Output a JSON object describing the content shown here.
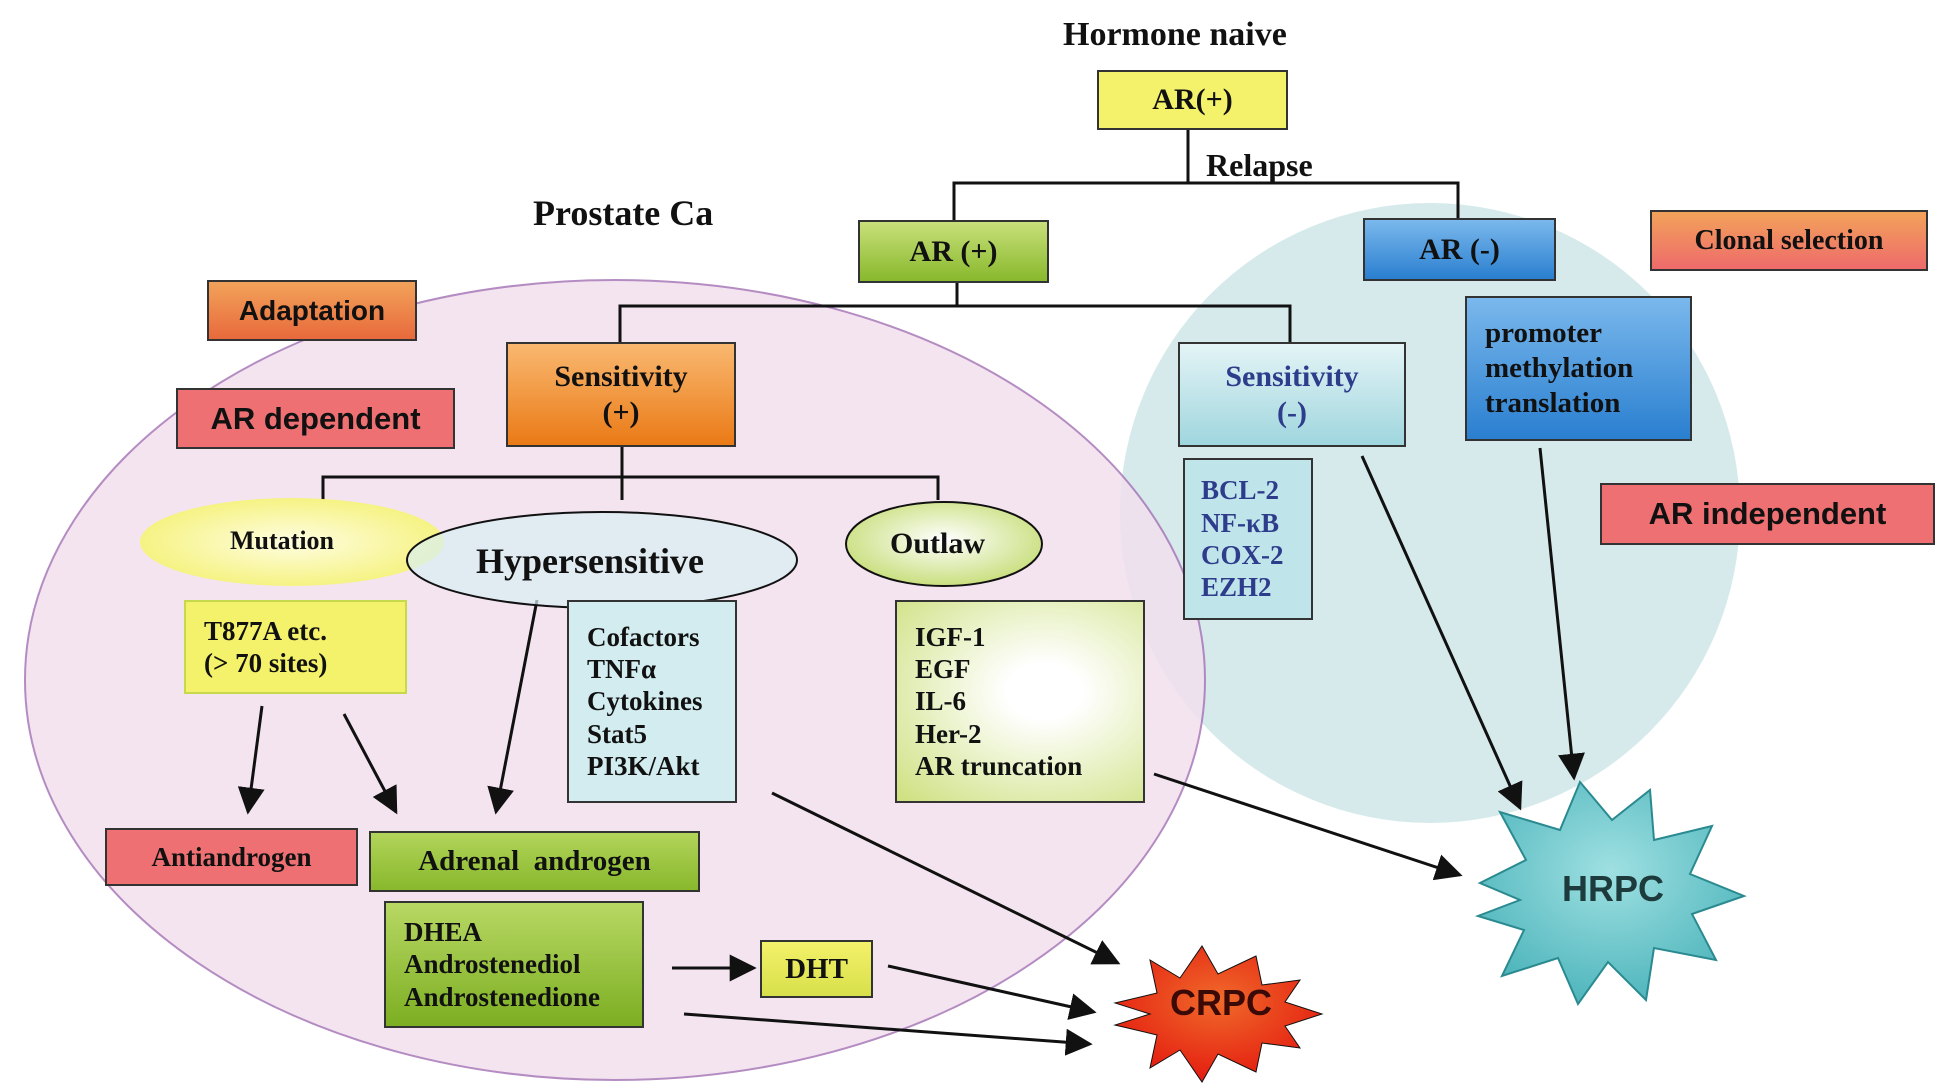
{
  "colors": {
    "prostate_region": "#f1e0ee",
    "prostate_border": "#a878b8",
    "ar_independent_region": "#cfe6e8",
    "yellow_box": "#f4f16a",
    "green_box": "#9cc83c",
    "orange_box": "#f08a2a",
    "blue_box": "#3d8fd6",
    "light_blue_box": "#bfe4ea",
    "red_label": "#ee6b6b",
    "crpc_burst": "#e8341c",
    "hrpc_burst": "#5cbfc4",
    "arrow": "#111111"
  },
  "labels": {
    "hormone_naive": "Hormone naive",
    "relapse": "Relapse",
    "prostate_ca": "Prostate Ca"
  },
  "boxes": {
    "ar_naive": "AR(+)",
    "ar_pos": "AR (+)",
    "ar_neg": "AR (-)",
    "sensitivity_pos": [
      "Sensitivity",
      "(+)"
    ],
    "sensitivity_neg": [
      "Sensitivity",
      "(-)"
    ],
    "bcl_list": [
      "BCL-2",
      "NF-κB",
      "COX-2",
      "EZH2"
    ],
    "promoter_list": [
      "promoter",
      "methylation",
      "translation"
    ],
    "t877_list": [
      "T877A etc.",
      "(> 70 sites)"
    ],
    "cofactors_list": [
      "Cofactors",
      "TNFα",
      "Cytokines",
      "Stat5",
      "PI3K/Akt"
    ],
    "igf_list": [
      "IGF-1",
      "EGF",
      "IL-6",
      "Her-2",
      "AR truncation"
    ],
    "antiandrogen": "Antiandrogen",
    "adrenal_androgen": "Adrenal  androgen",
    "dhea_list": [
      "DHEA",
      "Androstenediol",
      "Androstenedione"
    ],
    "dht": "DHT"
  },
  "tags": {
    "adaptation": "Adaptation",
    "ar_dependent": "AR dependent",
    "clonal_selection": "Clonal selection",
    "ar_independent": "AR independent"
  },
  "ellipses": {
    "mutation": "Mutation",
    "hypersensitive": "Hypersensitive",
    "outlaw": "Outlaw"
  },
  "bursts": {
    "crpc": "CRPC",
    "hrpc": "HRPC"
  }
}
